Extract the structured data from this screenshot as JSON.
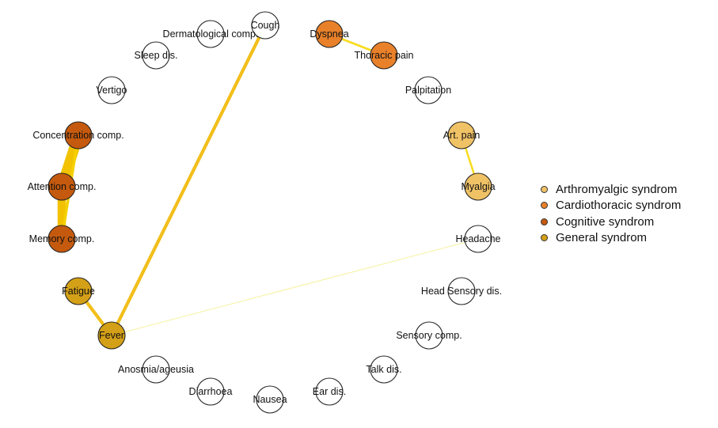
{
  "groups": [
    {
      "id": "arthromyalgic",
      "label": "Arthromyalgic syndrom",
      "color": "#F0C266"
    },
    {
      "id": "cardiothoracic",
      "label": "Cardiothoracic syndrom",
      "color": "#E8812A"
    },
    {
      "id": "cognitive",
      "label": "Cognitive syndrom",
      "color": "#C55A0E"
    },
    {
      "id": "general",
      "label": "General syndrom",
      "color": "#D4A017"
    }
  ],
  "nodes": [
    {
      "id": "cough",
      "label": "Cough",
      "group": null
    },
    {
      "id": "dyspnea",
      "label": "Dyspnea",
      "group": "cardiothoracic"
    },
    {
      "id": "thoracic_pain",
      "label": "Thoracic pain",
      "group": "cardiothoracic"
    },
    {
      "id": "palpitation",
      "label": "Palpitation",
      "group": null
    },
    {
      "id": "art_pain",
      "label": "Art. pain",
      "group": "arthromyalgic"
    },
    {
      "id": "myalgia",
      "label": "Myalgia",
      "group": "arthromyalgic"
    },
    {
      "id": "headache",
      "label": "Headache",
      "group": null
    },
    {
      "id": "head_sensory",
      "label": "Head Sensory dis.",
      "group": null
    },
    {
      "id": "sensory_comp",
      "label": "Sensory comp.",
      "group": null
    },
    {
      "id": "talk_dis",
      "label": "Talk dis.",
      "group": null
    },
    {
      "id": "ear_dis",
      "label": "Ear dis.",
      "group": null
    },
    {
      "id": "nausea",
      "label": "Nausea",
      "group": null
    },
    {
      "id": "diarrhoea",
      "label": "Diarrhoea",
      "group": null
    },
    {
      "id": "anosmia",
      "label": "Anosmia/ageusia",
      "group": null
    },
    {
      "id": "fever",
      "label": "Fever",
      "group": "general"
    },
    {
      "id": "fatigue",
      "label": "Fatigue",
      "group": "general"
    },
    {
      "id": "memory",
      "label": "Memory comp.",
      "group": "cognitive"
    },
    {
      "id": "attention",
      "label": "Attention comp.",
      "group": "cognitive"
    },
    {
      "id": "concentration",
      "label": "Concentration comp.",
      "group": "cognitive"
    },
    {
      "id": "vertigo",
      "label": "Vertigo",
      "group": null
    },
    {
      "id": "sleep",
      "label": "Sleep dis.",
      "group": null
    },
    {
      "id": "dermatological",
      "label": "Dermatological comp.",
      "group": null
    }
  ],
  "edges": [
    {
      "source": "concentration",
      "target": "attention",
      "weight": 0.95,
      "color": "#F2C200"
    },
    {
      "source": "attention",
      "target": "memory",
      "weight": 0.75,
      "color": "#F2C200"
    },
    {
      "source": "concentration",
      "target": "memory",
      "weight": 0.25,
      "color": "#F5D000"
    },
    {
      "source": "dyspnea",
      "target": "thoracic_pain",
      "weight": 0.2,
      "color": "#F7DC1F"
    },
    {
      "source": "art_pain",
      "target": "myalgia",
      "weight": 0.18,
      "color": "#F7DC1F"
    },
    {
      "source": "fever",
      "target": "fatigue",
      "weight": 0.3,
      "color": "#F2BE1A"
    },
    {
      "source": "fever",
      "target": "cough",
      "weight": 0.3,
      "color": "#F2BE1A"
    },
    {
      "source": "fever",
      "target": "headache",
      "weight": 0.08,
      "color": "#F7F3A8"
    }
  ],
  "chart_data": {
    "type": "network",
    "title": "",
    "legend": {
      "position": "right",
      "entries": [
        "Arthromyalgic syndrom",
        "Cardiothoracic syndrom",
        "Cognitive syndrom",
        "General syndrom"
      ]
    }
  }
}
